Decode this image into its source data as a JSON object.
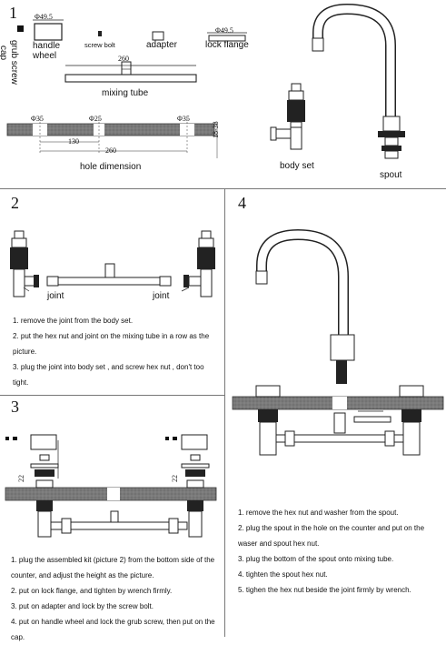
{
  "panel1": {
    "step": "1",
    "dim_handle_top": "Φ49.5",
    "label_grub_screw": "grub screw",
    "label_cap": "cap",
    "label_handle_wheel": "handle wheel",
    "label_screw_bolt": "screw bolt",
    "label_adapter": "adapter",
    "dim_lock_flange": "Φ49.5",
    "label_lock_flange": "lock flange",
    "label_mixing_tube": "mixing tube",
    "dim_tube_length": "260",
    "dim_hole_left": "Φ35",
    "dim_hole_center": "Φ25",
    "dim_hole_right": "Φ35",
    "dim_spacing_130": "130",
    "dim_spacing_260": "260",
    "dim_thickness": "18-38",
    "label_hole_dimension": "hole dimension",
    "label_body_set": "body set",
    "label_spout": "spout"
  },
  "panel2": {
    "step": "2",
    "label_joint_left": "joint",
    "label_joint_right": "joint",
    "instructions": [
      "1. remove the joint from the body set.",
      "2. put the hex nut and joint on the mixing tube in a row as the picture.",
      "3. plug the joint into body set , and screw hex nut , don't too tight."
    ]
  },
  "panel3": {
    "step": "3",
    "dim_left": "22",
    "dim_right": "22",
    "instructions": [
      "1. plug the assembled kit (picture 2)  from the bottom side of the counter, and adjust the height as the picture.",
      "2. put on lock flange, and tighten by wrench firmly.",
      "3. put on adapter and lock by the screw bolt.",
      "4. put on handle wheel and lock the grub screw, then put on the cap."
    ]
  },
  "panel4": {
    "step": "4",
    "instructions": [
      "1. remove the hex nut and washer from the spout.",
      "2. plug the spout in the hole on the counter and put on the waser and spout hex nut.",
      "3. plug the bottom of the spout onto mixing tube.",
      "4. tighten the spout hex nut.",
      "5. tighen the hex nut beside the joint firmly by wrench."
    ]
  }
}
